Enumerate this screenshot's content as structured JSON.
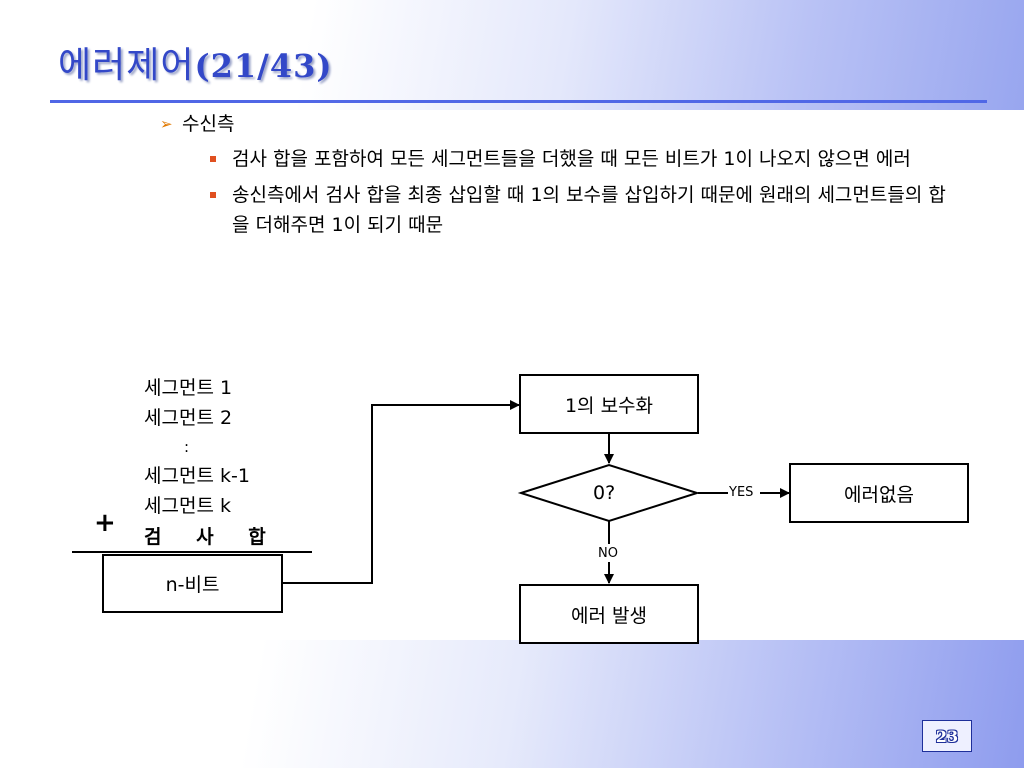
{
  "slide": {
    "title_text": "에러제어",
    "title_num": "(21/43)",
    "page_number": "23"
  },
  "bullets": {
    "heading": "수신측",
    "items": [
      "검사 합을 포함하여 모든 세그먼트들을 더했을 때 모든 비트가 1이 나오지 않으면 에러",
      "송신측에서 검사 합을 최종 삽입할 때 1의 보수를 삽입하기 때문에 원래의 세그먼트들의 합을 더해주면 1이 되기 때문"
    ]
  },
  "diagram": {
    "segments": [
      "세그먼트 1",
      "세그먼트 2",
      ":",
      "세그먼트 k-1",
      "세그먼트 k"
    ],
    "plus": "+",
    "checksum": "검 사 합",
    "result": "n-비트",
    "complement": "1의 보수화",
    "decision": "0?",
    "yes_label": "YES",
    "no_label": "NO",
    "no_error": "에러없음",
    "error": "에러 발생"
  }
}
